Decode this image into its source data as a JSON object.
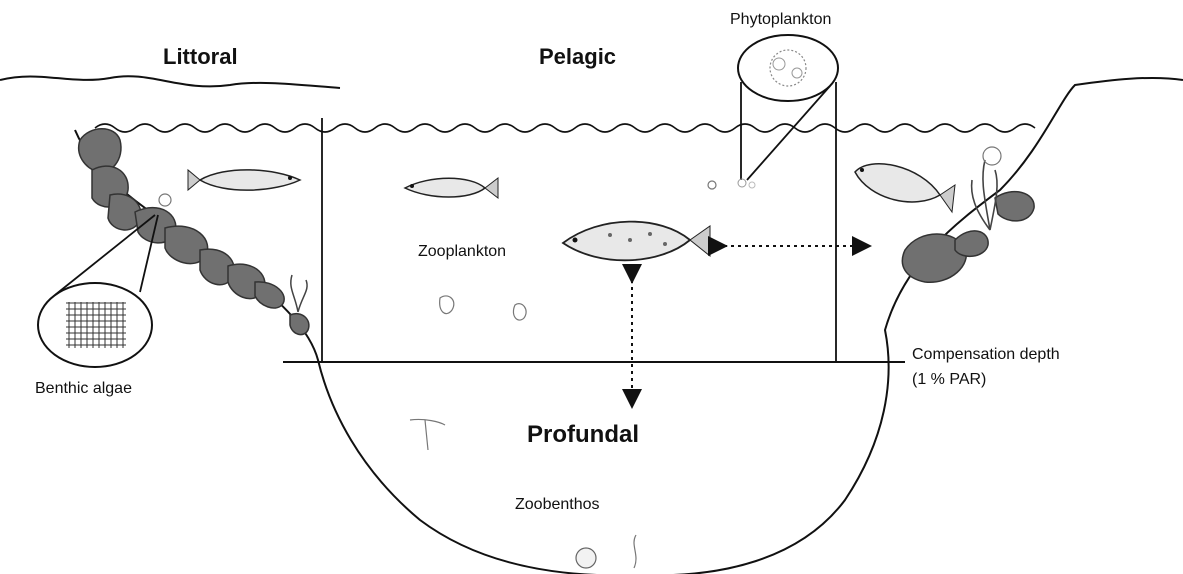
{
  "zones": {
    "littoral": "Littoral",
    "pelagic": "Pelagic",
    "profundal": "Profundal"
  },
  "labels": {
    "phytoplankton": "Phytoplankton",
    "zooplankton": "Zooplankton",
    "benthic_algae": "Benthic algae",
    "compensation_depth_line1": "Compensation depth",
    "compensation_depth_line2": "(1 % PAR)",
    "zoobenthos": "Zoobenthos"
  },
  "colors": {
    "outline": "#111111",
    "algae": "#6f6f6f",
    "fish_body": "#e8e8e8"
  }
}
